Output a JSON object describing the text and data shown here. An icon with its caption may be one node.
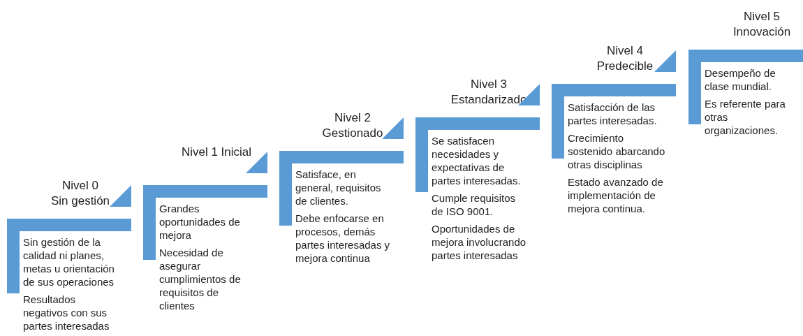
{
  "diagram": {
    "nodes": [
      {
        "text": [
          "Nivel 0 Sin gestión",
          "Sin gestión de la calidad ni planes, metas u orientación de sus operaciones",
          "Resultados negativos con sus partes interesadas"
        ]
      },
      {
        "text": [
          "Nivel 1 Inicial",
          "Grandes oportunidades de mejora",
          "Necesidad de asegurar cumplimientos de requisitos de clientes"
        ]
      },
      {
        "text": [
          "Nivel 2 Gestionado",
          "Satisface, en general, requisitos de clientes.",
          "Debe enfocarse en procesos, demás partes interesadas y mejora continua"
        ]
      },
      {
        "text": [
          "Nivel 3 Estandarizado",
          "Se satisfacen necesidades y expectativas de partes interesadas.",
          "Cumple requisitos de ISO 9001.",
          "Oportunidades de mejora involucrando partes interesadas"
        ]
      },
      {
        "text": [
          "Nivel 4 Predecible",
          "Satisfacción de las partes interesadas.",
          "Crecimiento sostenido abarcando otras disciplinas",
          "Estado avanzado de implementación de mejora continua."
        ]
      },
      {
        "text": [
          "Nivel 5 Innovación",
          "Desempeño de clase mundial.",
          "Es referente para otras organizaciones."
        ]
      }
    ]
  }
}
